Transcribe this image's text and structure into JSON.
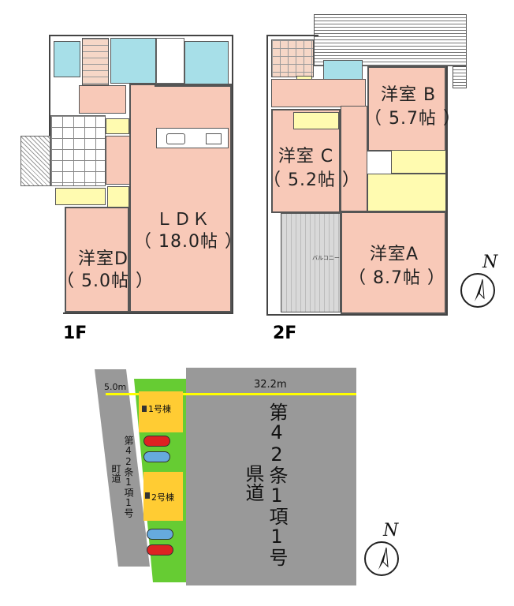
{
  "floor1": {
    "label": "1F",
    "ldk_name": "ＬＤＫ",
    "ldk_size": "（ 18.0帖 ）",
    "room_d_name": "洋室D",
    "room_d_size": "（ 5.0帖 ）"
  },
  "floor2": {
    "label": "2F",
    "room_a_name": "洋室A",
    "room_a_size": "（ 8.7帖 ）",
    "room_b_name": "洋室 B",
    "room_b_size": "（ 5.7帖 ）",
    "room_c_name": "洋室 C",
    "room_c_size": "（ 5.2帖 ）",
    "balcony": "バルコニー"
  },
  "compass_label": "N",
  "site": {
    "road_width_top": "5.0m",
    "frontage": "32.2m",
    "lot1": "1号棟",
    "lot2": "2号棟",
    "town_road_number": "第42条1項1号",
    "town_road": "町道",
    "pref_road_number": "第42条1項1号",
    "pref_road": "県道"
  },
  "colors": {
    "room": "#f8c9b8",
    "water": "#a7dfe8",
    "storage": "#fffbb0",
    "road": "#999999",
    "lot": "#ffcc33",
    "green": "#66cc33",
    "line": "#ffff00",
    "car_red": "#dd2222",
    "car_blue": "#66aadd"
  }
}
